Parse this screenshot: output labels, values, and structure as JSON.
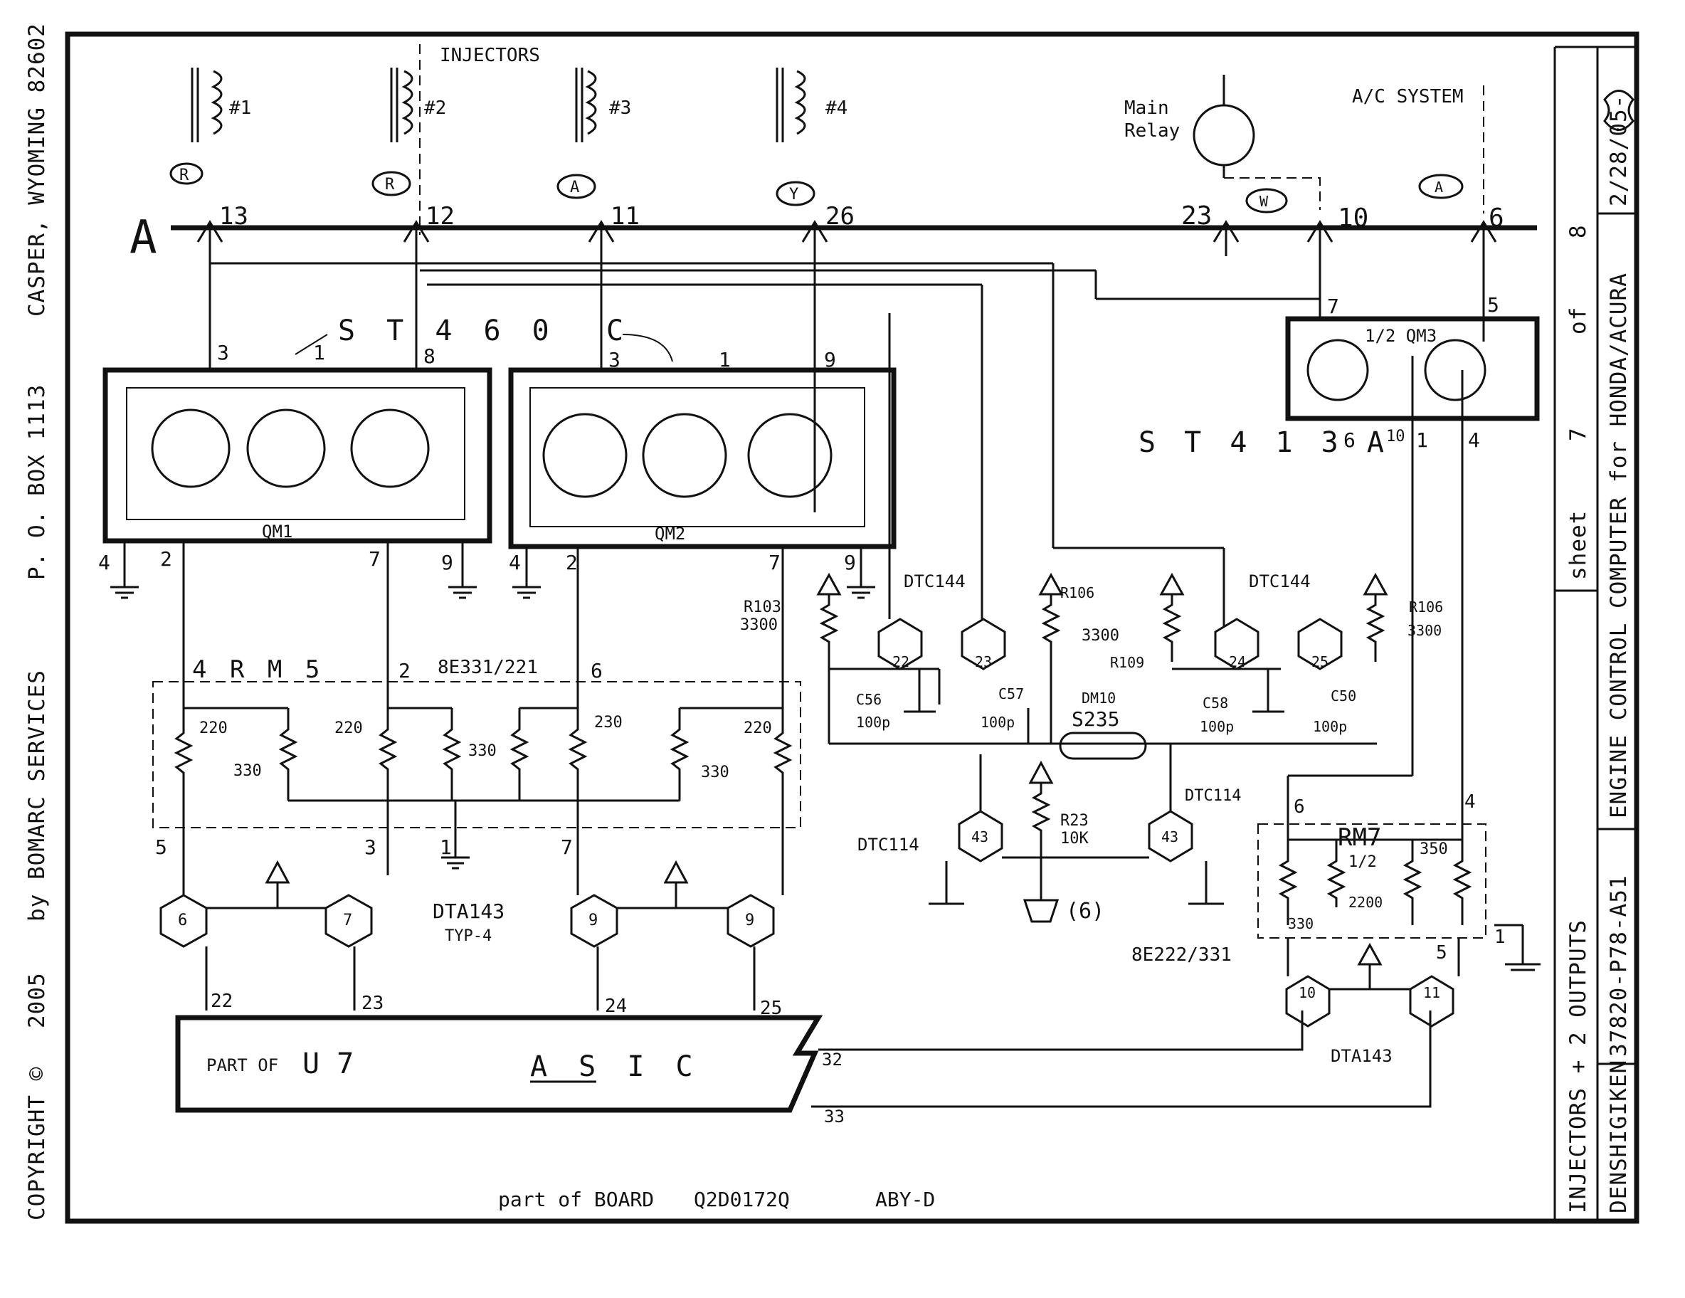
{
  "left_margin": {
    "copyright": "COPYRIGHT ©",
    "year": "2005",
    "company": "by BOMARC SERVICES",
    "pobox": "P. O. BOX 1113",
    "city": "CASPER, WYOMING 82602"
  },
  "title_block": {
    "board": "INJECTORS + 2 OUTPUTS",
    "maker": "DENSHIGIKEN",
    "description": "ENGINE CONTROL COMPUTER for HONDA/ACURA",
    "part_number": "37820-P78-A51",
    "sheet_label": "sheet",
    "sheet_num": "7",
    "of_label": "of",
    "sheet_total": "8",
    "date": "2/28/05-"
  },
  "footer": {
    "board_text": "part of BOARD",
    "board_id": "Q2D0172Q",
    "rev": "ABY-D"
  },
  "injectors": {
    "header": "INJECTORS",
    "labels": [
      "#1",
      "#2",
      "#3",
      "#4"
    ],
    "wire_colors": [
      "R",
      "R",
      "A",
      "Y"
    ],
    "pins": [
      "13",
      "12",
      "11",
      "26"
    ]
  },
  "connector": {
    "letter": "A"
  },
  "relay": {
    "line1": "Main",
    "line2": "Relay",
    "pin": "23",
    "wire": "W"
  },
  "ac_system": {
    "label": "A/C SYSTEM",
    "pin_a": "10",
    "pin_b": "6",
    "wire": "A"
  },
  "st460": {
    "label": "S T 4 6 0",
    "suffix": "C",
    "qm1": "QM1",
    "qm2": "QM2",
    "qm1_pins_top": [
      "3",
      "1",
      "8"
    ],
    "qm2_pins_top": [
      "3",
      "1",
      "9"
    ],
    "qm1_pins_bot": [
      "4",
      "2",
      "7",
      "9"
    ],
    "qm2_pins_bot": [
      "4",
      "2",
      "7",
      "9"
    ]
  },
  "st413": {
    "label": "S T 4 1 3 A",
    "half": "1/2 QM3",
    "pins": [
      "7",
      "5",
      "6",
      "10",
      "1",
      "4"
    ]
  },
  "rm5": {
    "label": "4  R M 5",
    "part": "8E331/221",
    "pins": [
      "2",
      "6",
      "5",
      "3",
      "1",
      "7"
    ],
    "values": [
      "220",
      "330",
      "220",
      "330",
      "230",
      "330",
      "220"
    ]
  },
  "dtc144_left": {
    "label": "DTC144",
    "refs": [
      "22",
      "23"
    ]
  },
  "dtc144_right": {
    "label": "DTC144",
    "refs": [
      "24",
      "25"
    ]
  },
  "resistors": {
    "r103": "R103",
    "r103_val": "3300",
    "r106a": "R106",
    "r106a_val": "3300",
    "r109": "R109",
    "r106b": "R106",
    "r106b_val": "3300",
    "r23": "R23",
    "r23_val": "10K"
  },
  "caps": {
    "c56": "C56",
    "c56_val": "100p",
    "c57": "C57",
    "c57_val": "100p",
    "c58": "C58",
    "c58_val": "100p",
    "c50": "C50",
    "c50_val": "100p"
  },
  "dm10": {
    "label": "DM10",
    "s": "S235"
  },
  "dtc114": {
    "left": "DTC114",
    "right": "DTC114",
    "ref": "43",
    "motor": "(6)",
    "part": "8E222/331"
  },
  "rm7": {
    "label": "RM7",
    "half": "1/2",
    "values": [
      "330",
      "2200",
      "350"
    ],
    "pins": [
      "6",
      "4",
      "5",
      "1"
    ]
  },
  "dta143": {
    "label": "DTA143",
    "typ": "TYP-4",
    "refs": [
      "6",
      "7",
      "9",
      "9"
    ],
    "right_label": "DTA143",
    "right_refs": [
      "10",
      "11"
    ]
  },
  "asic": {
    "part": "PART OF",
    "u7": "U 7",
    "label": "A S I C",
    "pins": [
      "22",
      "23",
      "24",
      "25",
      "32",
      "33"
    ]
  }
}
